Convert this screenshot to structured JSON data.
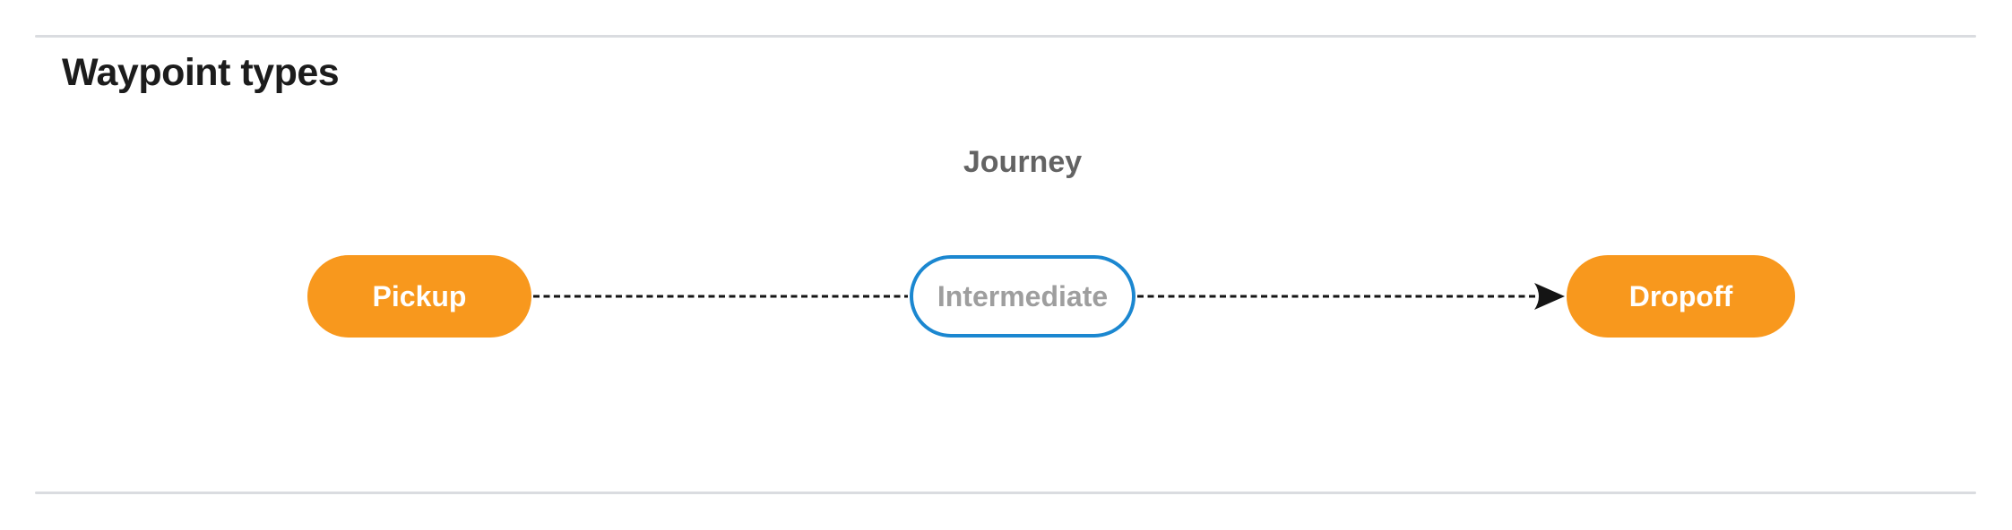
{
  "page": {
    "heading": "Waypoint types"
  },
  "diagram": {
    "title": "Journey",
    "nodes": [
      {
        "id": "pickup",
        "label": "Pickup",
        "style": "filled-orange"
      },
      {
        "id": "intermediate",
        "label": "Intermediate",
        "style": "outlined-blue"
      },
      {
        "id": "dropoff",
        "label": "Dropoff",
        "style": "filled-orange"
      }
    ],
    "edges": [
      {
        "from": "pickup",
        "to": "intermediate",
        "style": "dashed",
        "arrowhead": false
      },
      {
        "from": "intermediate",
        "to": "dropoff",
        "style": "dashed",
        "arrowhead": true
      }
    ]
  },
  "theme": {
    "background": "#FFFFFF",
    "node-orange": "#F8981D",
    "node-blue-border": "#1B87D0",
    "node-gray-text": "#9E9E9E",
    "journey-gray": "#636363",
    "heading-color": "#1C1C1C",
    "divider-gray": "#DADCE0",
    "connector-black": "#141414"
  }
}
